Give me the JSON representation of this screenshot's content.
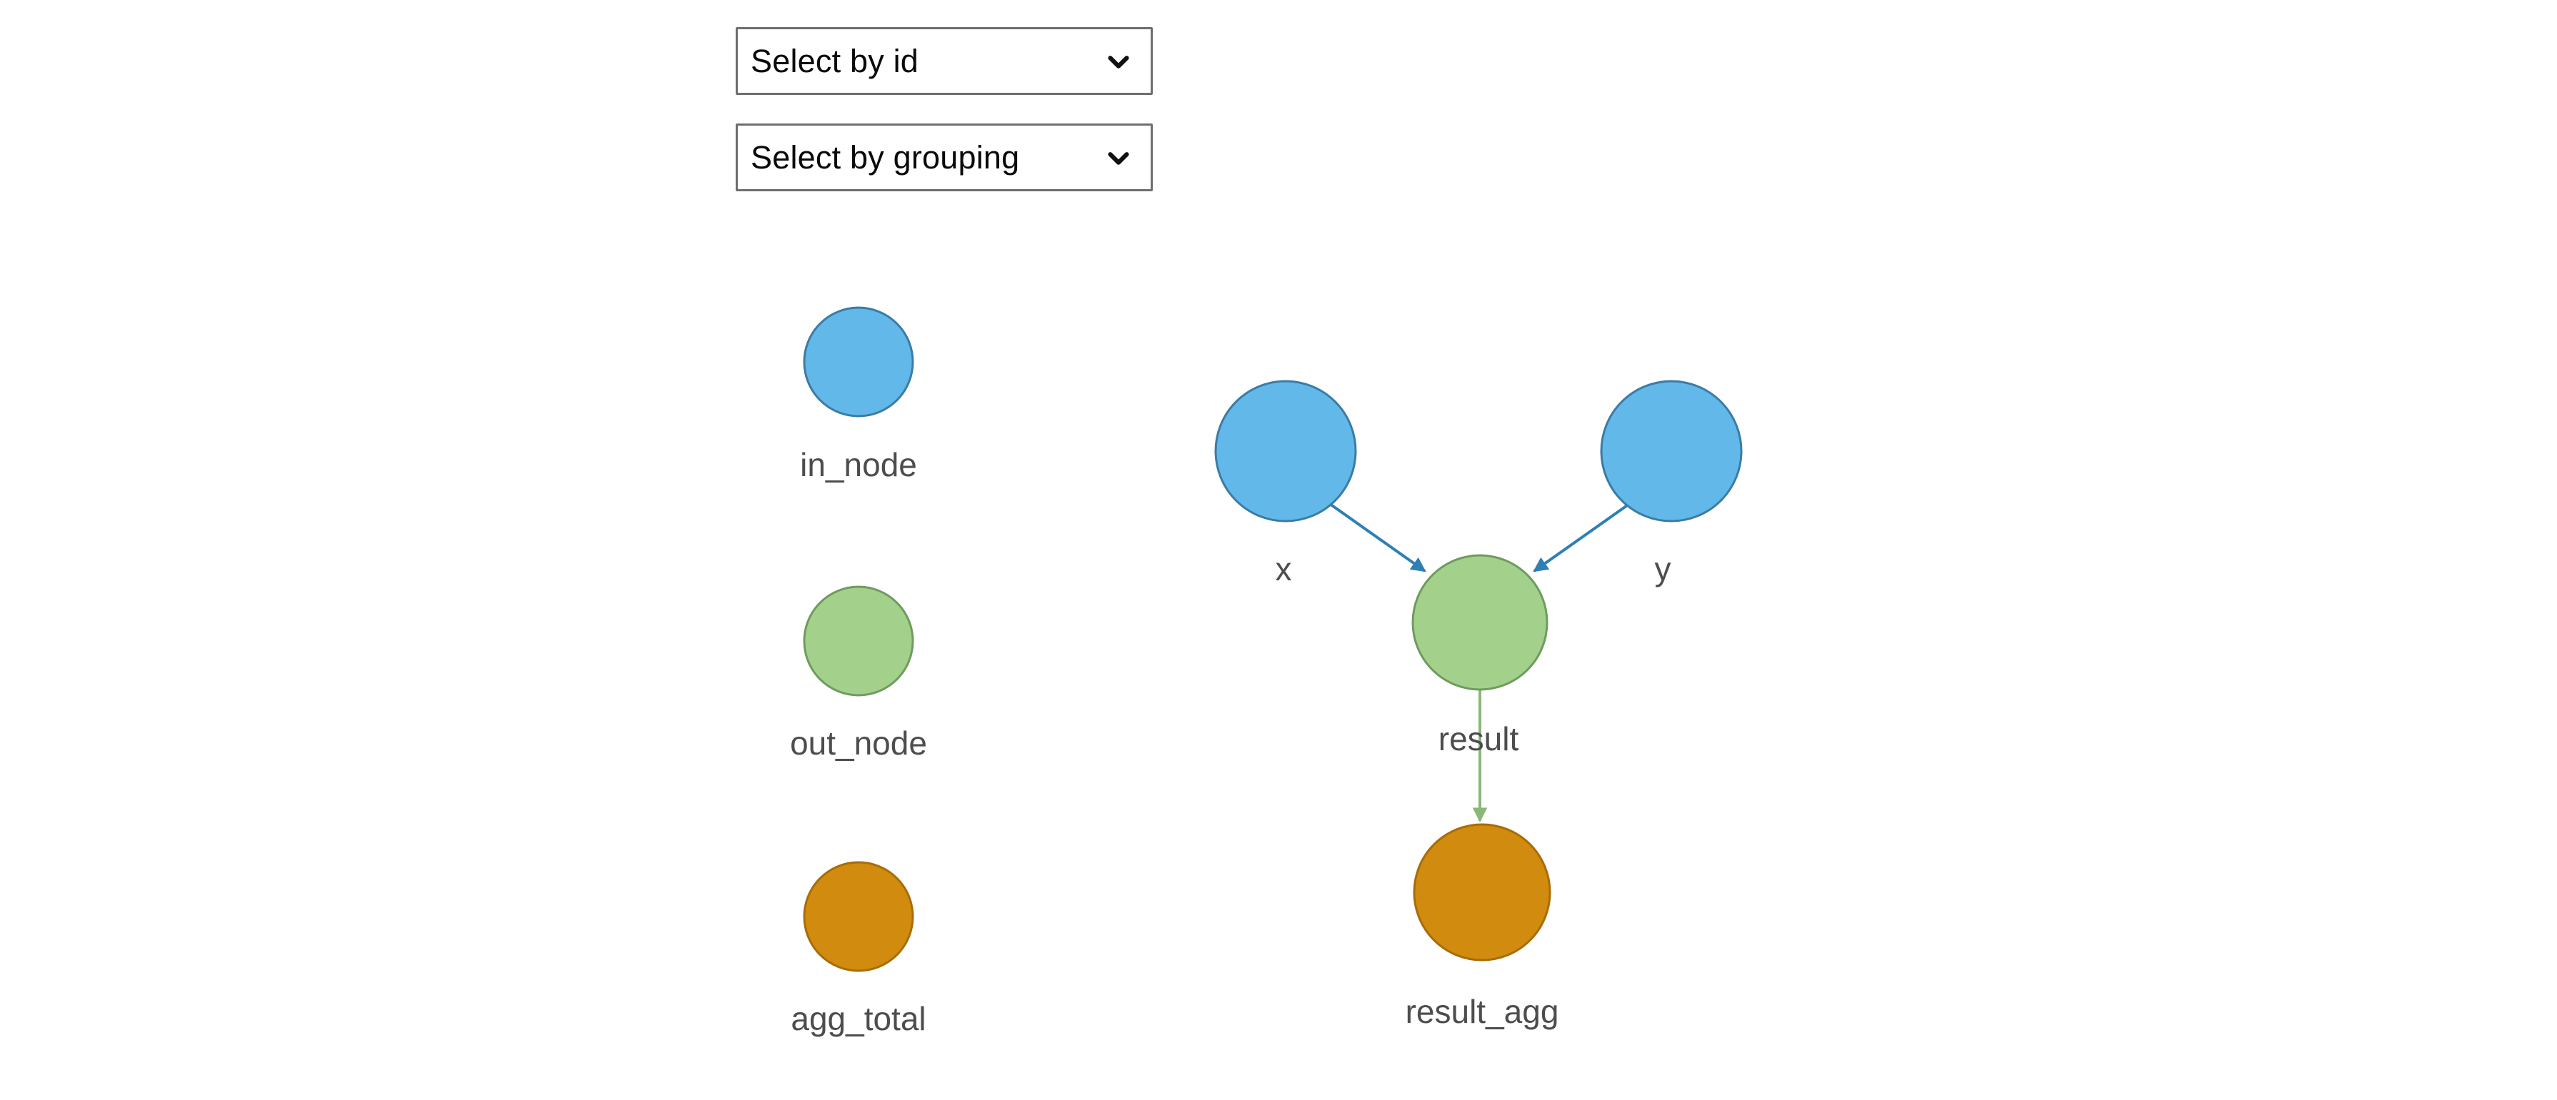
{
  "controls": [
    {
      "name": "select-by-id",
      "value": "Select by id",
      "icon": "chevron-down-icon"
    },
    {
      "name": "select-by-grouping",
      "value": "Select by grouping",
      "icon": "chevron-down-icon"
    }
  ],
  "legend": {
    "items": [
      {
        "label": "in_node",
        "fill": "#62b8e8",
        "stroke": "#3a7ca5"
      },
      {
        "label": "out_node",
        "fill": "#a3d18c",
        "stroke": "#6f9b5e"
      },
      {
        "label": "agg_total",
        "fill": "#d18b0e",
        "stroke": "#a86c09"
      }
    ]
  },
  "graph": {
    "nodes": [
      {
        "id": "x",
        "label": "x",
        "type": "in_node",
        "fill": "#62b8e8",
        "stroke": "#3a7ca5"
      },
      {
        "id": "y",
        "label": "y",
        "type": "in_node",
        "fill": "#62b8e8",
        "stroke": "#3a7ca5"
      },
      {
        "id": "result",
        "label": "result",
        "type": "out_node",
        "fill": "#a3d18c",
        "stroke": "#6f9b5e"
      },
      {
        "id": "result_agg",
        "label": "result_agg",
        "type": "agg_total",
        "fill": "#d18b0e",
        "stroke": "#a86c09"
      }
    ],
    "edges": [
      {
        "from": "x",
        "to": "result",
        "color": "#2f7fb5"
      },
      {
        "from": "y",
        "to": "result",
        "color": "#2f7fb5"
      },
      {
        "from": "result",
        "to": "result_agg",
        "color": "#8ab878"
      }
    ],
    "node_labels": {
      "x": "x",
      "y": "y",
      "result": "result",
      "result_agg": "result_agg"
    }
  }
}
